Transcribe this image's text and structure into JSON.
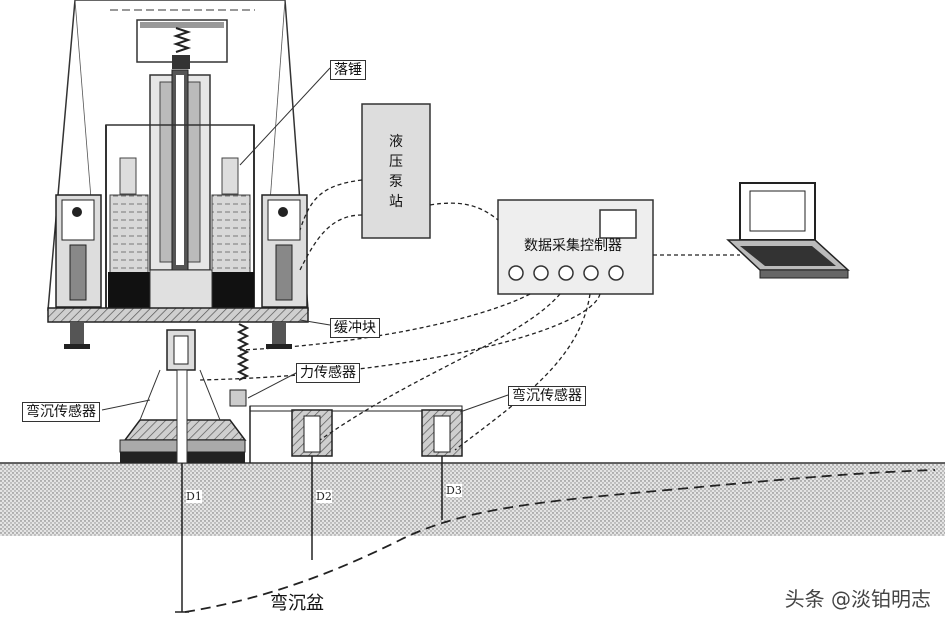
{
  "labels": {
    "falling_hammer": "落锤",
    "hydraulic_pump": "液压泵站",
    "controller": "数据采集控制器",
    "buffer": "缓冲块",
    "force_sensor": "力传感器",
    "deflection_sensor_left": "弯沉传感器",
    "deflection_sensor_right": "弯沉传感器",
    "deflection_basin": "弯沉盆",
    "d1": "D1",
    "d2": "D2",
    "d3": "D3"
  },
  "watermark": "头条 @淡铂明志"
}
